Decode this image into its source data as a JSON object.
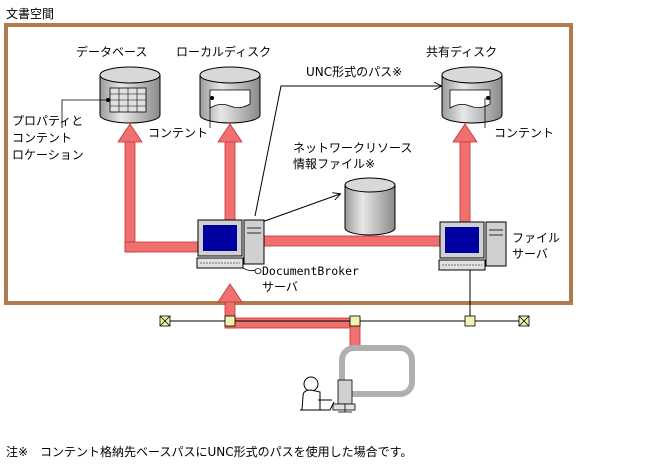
{
  "frame": {
    "title": "文書空間"
  },
  "labels": {
    "database": "データベース",
    "local_disk": "ローカルディスク",
    "shared_disk": "共有ディスク",
    "unc_path": "UNC形式のパス※",
    "props_1": "プロパティと",
    "props_2": "コンテント",
    "props_3": "ロケーション",
    "content_local": "コンテント",
    "content_shared": "コンテント",
    "netres_1": "ネットワークリソース",
    "netres_2": "情報ファイル※",
    "file_server_1": "ファイル",
    "file_server_2": "サーバ",
    "docbroker_1": "DocumentBroker",
    "docbroker_2": "サーバ"
  },
  "footnote": "注※　コンテント格納先ベースパスにUNC形式のパスを使用した場合です。",
  "colors": {
    "frame": "#b07b4f",
    "data_path": "#f07070",
    "data_path_edge": "#c83030",
    "node_fill": "#f2f2b0",
    "cylinder": "#c8c8c8",
    "monitor_screen": "#0000a0",
    "terminal_frame": "#b0b0b0"
  }
}
